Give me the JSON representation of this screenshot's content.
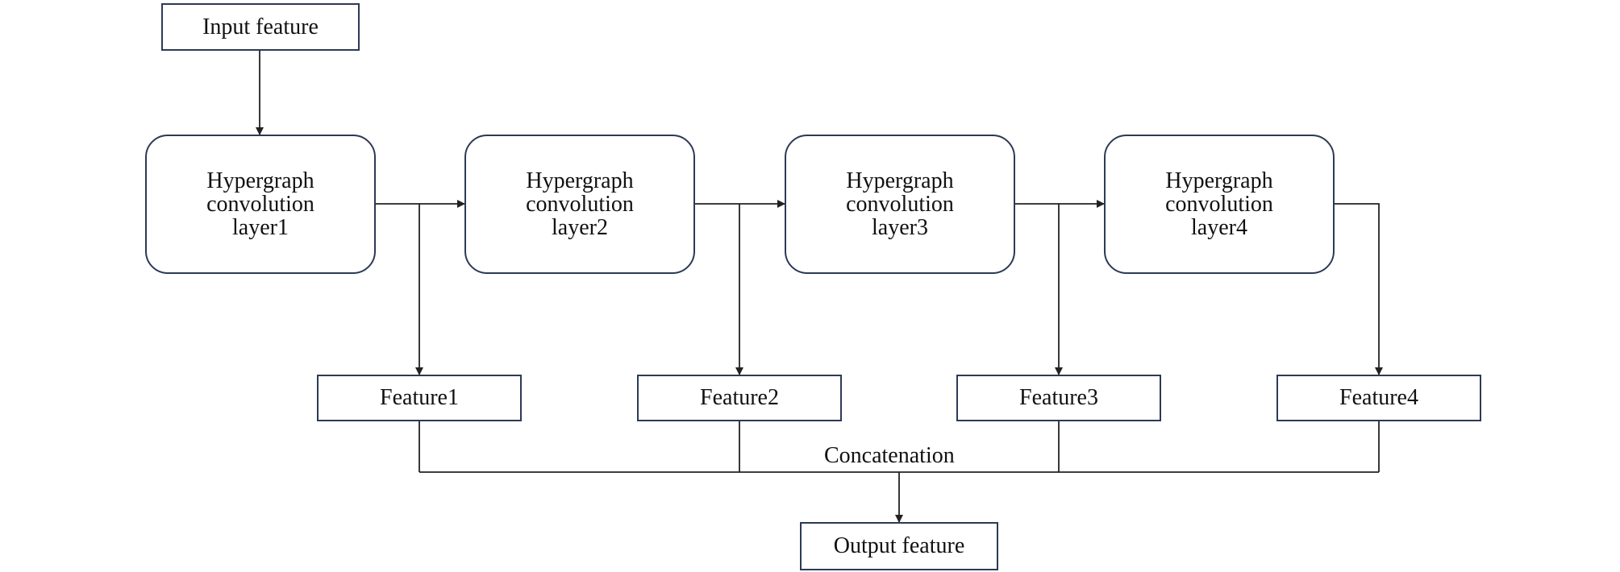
{
  "diagram": {
    "input": {
      "label": "Input feature"
    },
    "layers": [
      {
        "line1": "Hypergraph",
        "line2": "convolution",
        "line3": "layer1"
      },
      {
        "line1": "Hypergraph",
        "line2": "convolution",
        "line3": "layer2"
      },
      {
        "line1": "Hypergraph",
        "line2": "convolution",
        "line3": "layer3"
      },
      {
        "line1": "Hypergraph",
        "line2": "convolution",
        "line3": "layer4"
      }
    ],
    "features": [
      {
        "label": "Feature1"
      },
      {
        "label": "Feature2"
      },
      {
        "label": "Feature3"
      },
      {
        "label": "Feature4"
      }
    ],
    "merge_label": "Concatenation",
    "output": {
      "label": "Output feature"
    },
    "colors": {
      "box_border": "#2c3a55",
      "line": "#222222",
      "text": "#111111"
    }
  }
}
